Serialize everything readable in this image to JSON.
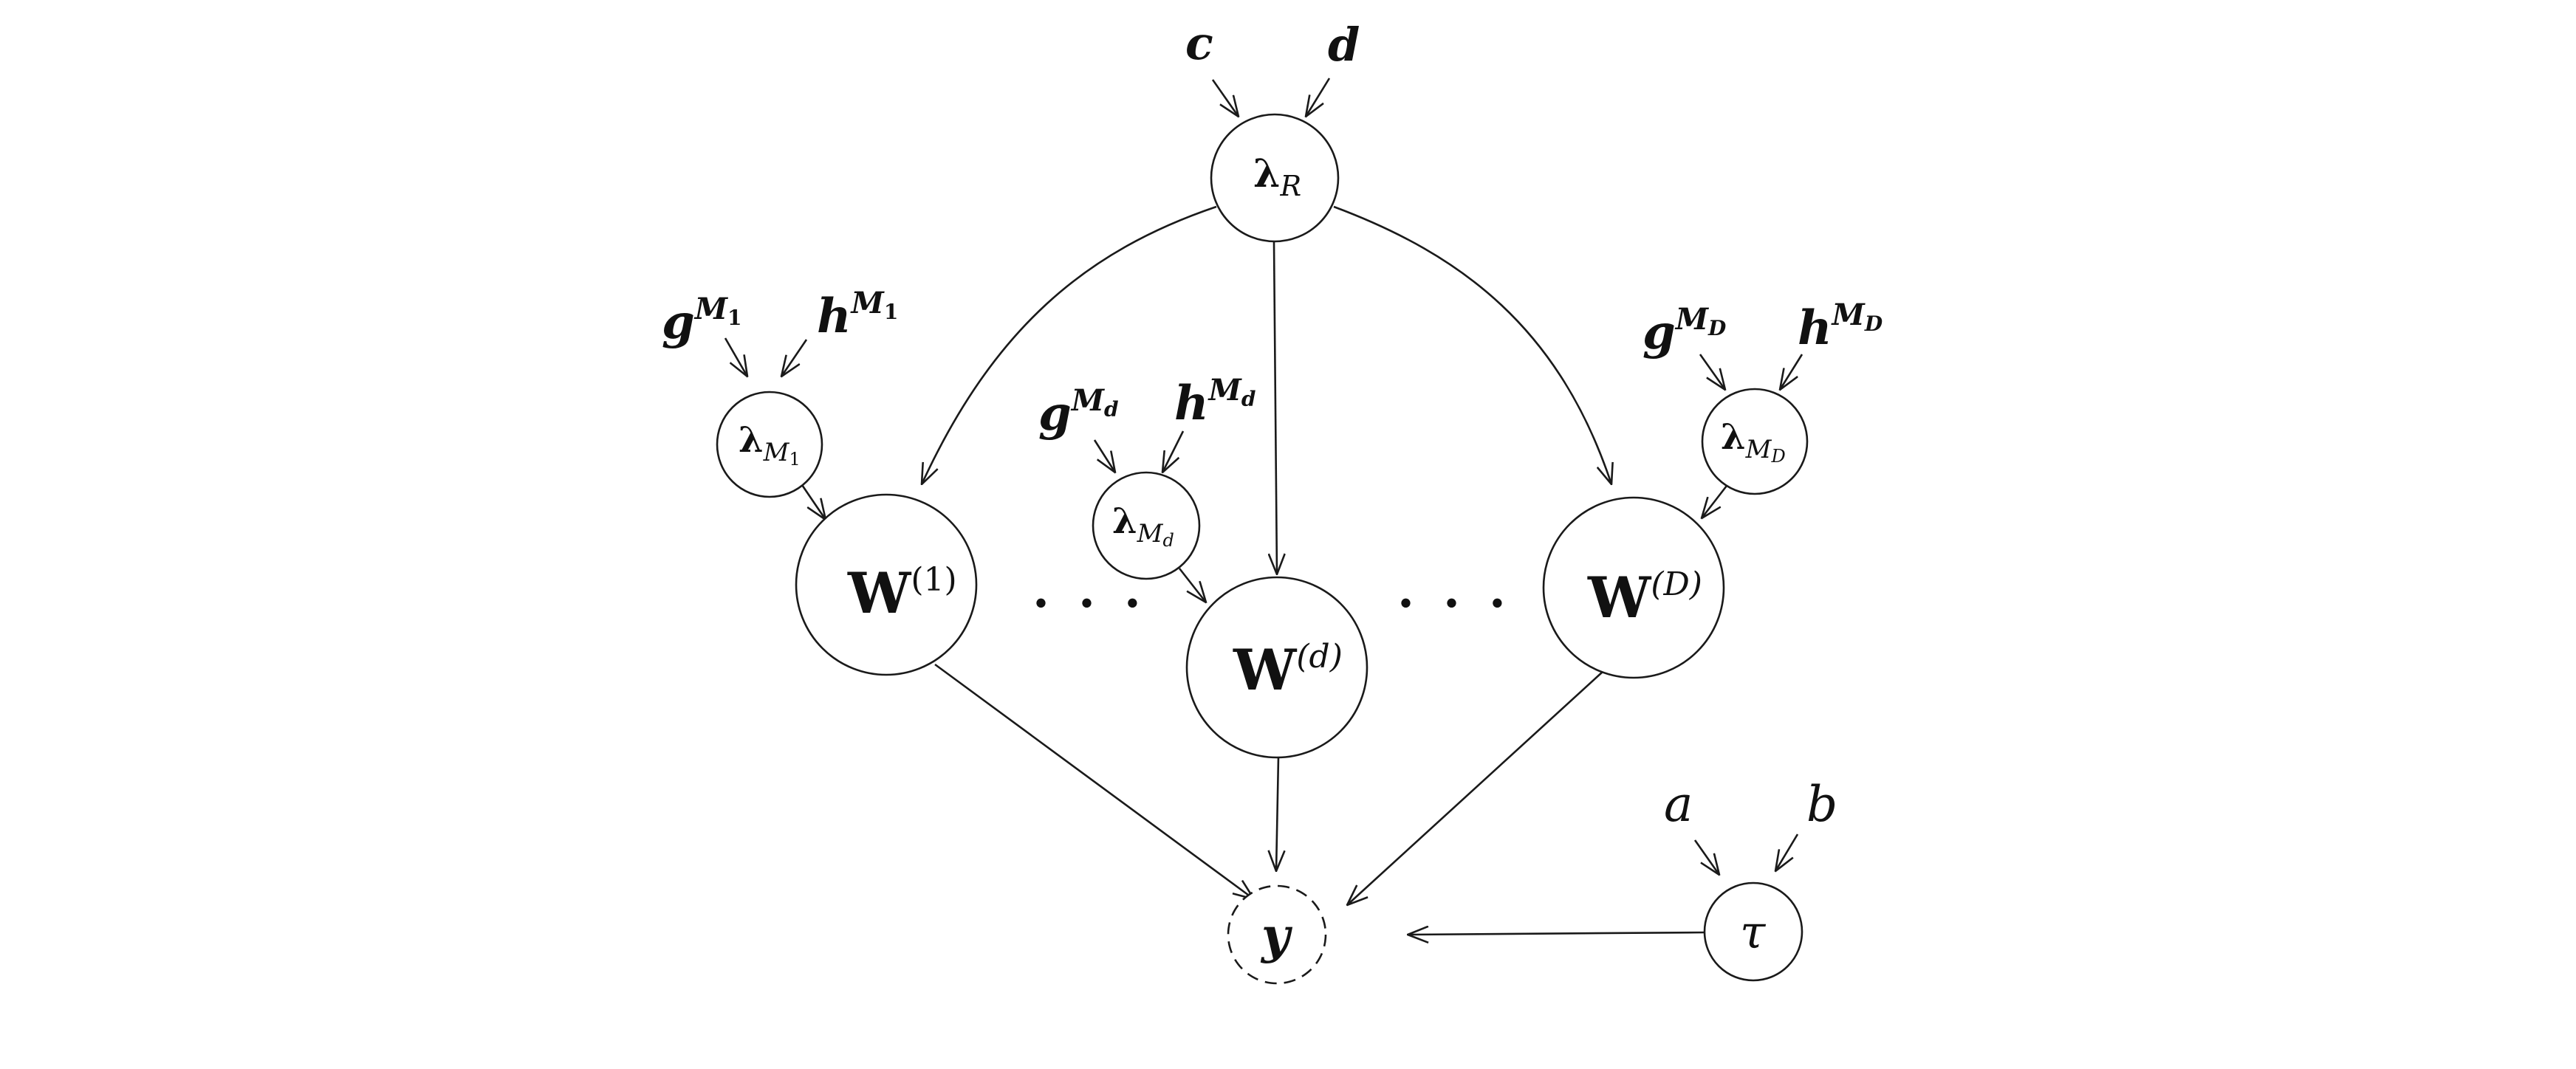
{
  "hyperparameters": {
    "c": "c",
    "d": "d",
    "a": "a",
    "b": "b",
    "g": "g",
    "h": "h"
  },
  "nodes": {
    "lambda_r": {
      "base": "λ",
      "sub": "R"
    },
    "lambda_m1": {
      "base": "λ",
      "sub": "M",
      "subsub": "1"
    },
    "lambda_md": {
      "base": "λ",
      "sub": "M",
      "subsub": "d"
    },
    "lambda_mD": {
      "base": "λ",
      "sub": "M",
      "subsub": "D"
    },
    "w1": {
      "base": "W",
      "sup": "(1)"
    },
    "wd": {
      "base": "W",
      "sup": "(d)"
    },
    "wD": {
      "base": "W",
      "sup": "(D)"
    },
    "y": {
      "label": "y",
      "observed": false
    },
    "tau": {
      "label": "τ"
    }
  },
  "prior_sups": {
    "m1": {
      "base": "M",
      "sub": "1"
    },
    "md": {
      "base": "M",
      "sub": "d"
    },
    "mD": {
      "base": "M",
      "sub": "D"
    }
  },
  "ellipsis": "· · ·"
}
